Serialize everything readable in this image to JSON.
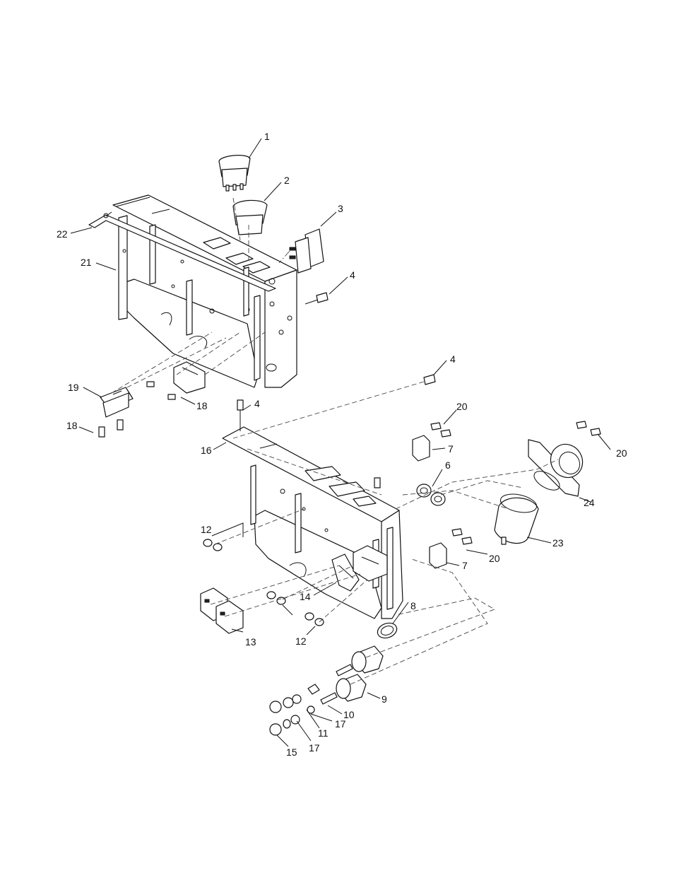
{
  "callouts": [
    {
      "id": "c1",
      "label": "1"
    },
    {
      "id": "c2",
      "label": "2"
    },
    {
      "id": "c3",
      "label": "3"
    },
    {
      "id": "c4a",
      "label": "4"
    },
    {
      "id": "c4b",
      "label": "4"
    },
    {
      "id": "c4c",
      "label": "4"
    },
    {
      "id": "c6",
      "label": "6"
    },
    {
      "id": "c7a",
      "label": "7"
    },
    {
      "id": "c7b",
      "label": "7"
    },
    {
      "id": "c8",
      "label": "8"
    },
    {
      "id": "c9",
      "label": "9"
    },
    {
      "id": "c10",
      "label": "10"
    },
    {
      "id": "c11",
      "label": "11"
    },
    {
      "id": "c12a",
      "label": "12"
    },
    {
      "id": "c12b",
      "label": "12"
    },
    {
      "id": "c13",
      "label": "13"
    },
    {
      "id": "c14",
      "label": "14"
    },
    {
      "id": "c15",
      "label": "15"
    },
    {
      "id": "c16",
      "label": "16"
    },
    {
      "id": "c17a",
      "label": "17"
    },
    {
      "id": "c17b",
      "label": "17"
    },
    {
      "id": "c18a",
      "label": "18"
    },
    {
      "id": "c18b",
      "label": "18"
    },
    {
      "id": "c19",
      "label": "19"
    },
    {
      "id": "c20a",
      "label": "20"
    },
    {
      "id": "c20b",
      "label": "20"
    },
    {
      "id": "c20c",
      "label": "20"
    },
    {
      "id": "c21",
      "label": "21"
    },
    {
      "id": "c22",
      "label": "22"
    },
    {
      "id": "c23",
      "label": "23"
    },
    {
      "id": "c24",
      "label": "24"
    }
  ]
}
